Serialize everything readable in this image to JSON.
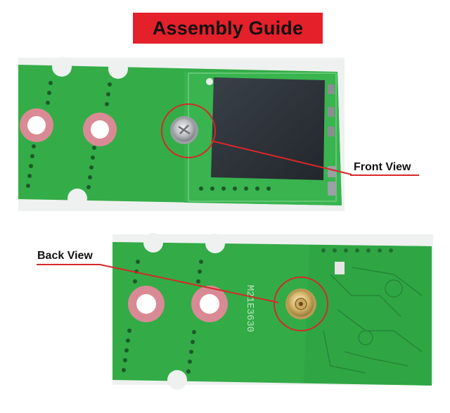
{
  "title": "Assembly Guide",
  "labels": {
    "front": "Front View",
    "back": "Back View"
  },
  "pcb_text": {
    "chip_marking": "",
    "back_marking": "M21E3630"
  },
  "colors": {
    "banner": "#e4202a",
    "pcb_green": "#2fa845",
    "pcb_dark": "#1e7a30",
    "callout": "#d62828",
    "chip": "#2a2f35",
    "pad_ring": "#d87a8a"
  }
}
